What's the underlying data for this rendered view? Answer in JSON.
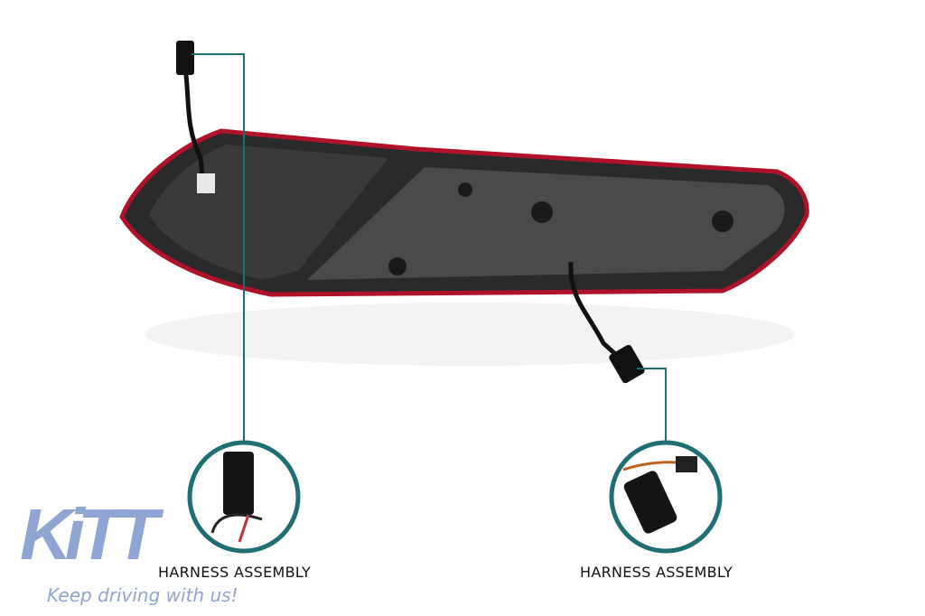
{
  "callouts": [
    {
      "label": "HARNESS ASSEMBLY"
    },
    {
      "label": "HARNESS ASSEMBLY"
    }
  ],
  "logo": {
    "text": "KiTT",
    "slogan": "Keep driving with us!"
  },
  "colors": {
    "callout_line": "#1f6e74",
    "lamp_outline": "#b0122a",
    "logo": "#8fa5d3"
  }
}
